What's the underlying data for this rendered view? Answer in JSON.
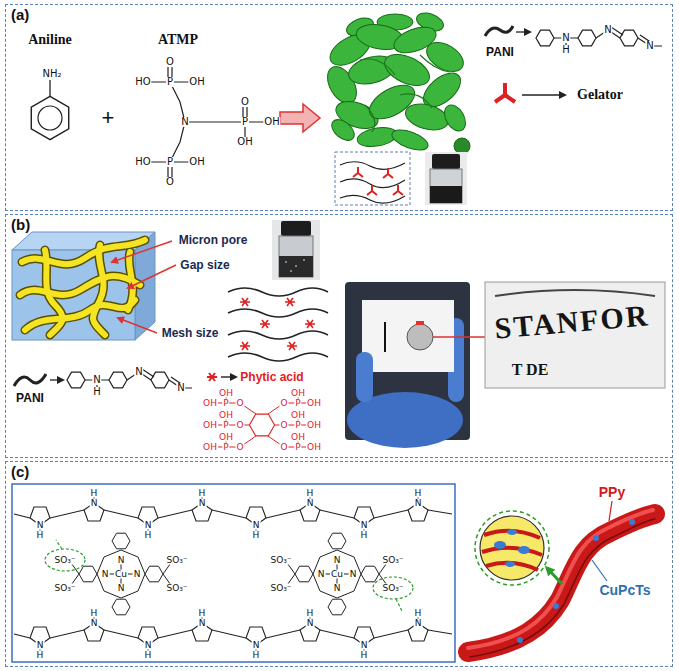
{
  "diagram": {
    "nodes": [
      {
        "text": [
          "(a)"
        ]
      },
      {
        "text": [
          "(b)"
        ]
      },
      {
        "text": [
          "(c)"
        ]
      }
    ],
    "labels": [
      "Aniline",
      "NH₂",
      "+",
      "ATMP",
      "P",
      "O",
      "HO",
      "OH",
      "N",
      "P",
      "O",
      "OH",
      "OH",
      "P",
      "O",
      "HO",
      "OH",
      "PANI",
      "N",
      "H",
      "N",
      "N",
      "Gelator",
      "Micron pore",
      "Gap size",
      "Mesh size",
      "PANI",
      "N",
      "H",
      "N",
      "N",
      "Phytic acid",
      "O",
      "P",
      "OH",
      "OH",
      "O",
      "P",
      "OH",
      "OH",
      "O",
      "P",
      "OH",
      "OH",
      "O",
      "P",
      "OH",
      "OH",
      "O",
      "P",
      "OH",
      "OH",
      "O",
      "P",
      "OH",
      "OH",
      "STANFOR",
      "T DE",
      "H",
      "N",
      "H",
      "N",
      "H",
      "N",
      "H",
      "N",
      "H",
      "N",
      "H",
      "N",
      "H",
      "N",
      "H",
      "N",
      "H",
      "N",
      "H",
      "N",
      "H",
      "N",
      "H",
      "N",
      "H",
      "N",
      "H",
      "N",
      "H",
      "N",
      "H",
      "N",
      "Cu",
      "N",
      "N",
      "N",
      "N",
      "SO₃⁻",
      "SO₃⁻",
      "SO₃⁻",
      "SO₃⁻",
      "Cu",
      "N",
      "N",
      "N",
      "N",
      "SO₃⁻",
      "SO₃⁻",
      "SO₃⁻",
      "SO₃⁻",
      "PPy",
      "CuPcTs"
    ]
  }
}
